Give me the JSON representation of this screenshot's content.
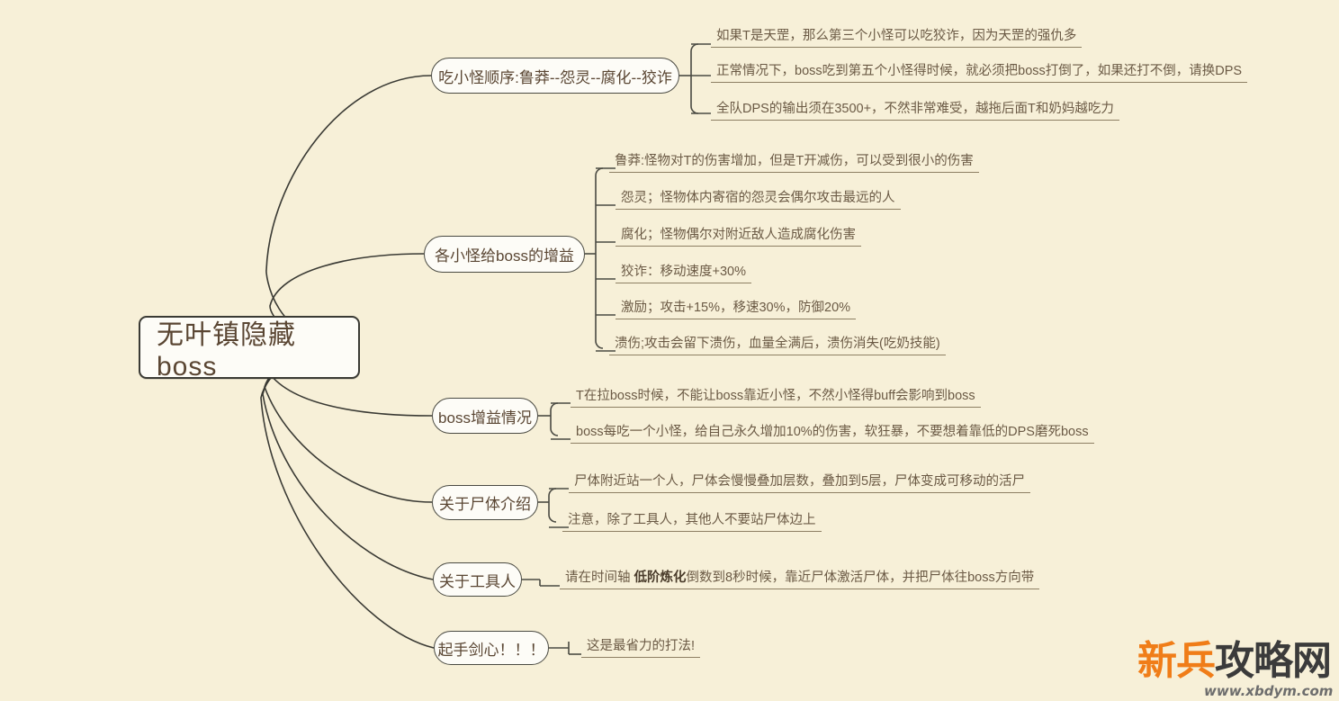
{
  "canvas": {
    "background_color": "#f7f0d8",
    "line_color": "#3a3a34",
    "text_color": "#5a4633"
  },
  "root": {
    "label": "无叶镇隐藏boss"
  },
  "branches": [
    {
      "label": "吃小怪顺序:鲁莽--怨灵--腐化--狡诈",
      "leaves": [
        {
          "text": "如果T是天罡，那么第三个小怪可以吃狡诈，因为天罡的强仇多"
        },
        {
          "text": "正常情况下，boss吃到第五个小怪得时候，就必须把boss打倒了，如果还打不倒，请换DPS"
        },
        {
          "text": "全队DPS的输出须在3500+，不然非常难受，越拖后面T和奶妈越吃力"
        }
      ]
    },
    {
      "label": "各小怪给boss的增益",
      "leaves": [
        {
          "text": "鲁莽:怪物对T的伤害增加，但是T开减伤，可以受到很小的伤害"
        },
        {
          "text": "怨灵；怪物体内寄宿的怨灵会偶尔攻击最远的人"
        },
        {
          "text": "腐化；怪物偶尔对附近敌人造成腐化伤害"
        },
        {
          "text": "狡诈：移动速度+30%"
        },
        {
          "text": "激励；攻击+15%，移速30%，防御20%"
        },
        {
          "text": "溃伤;攻击会留下溃伤，血量全满后，溃伤消失(吃奶技能)"
        }
      ]
    },
    {
      "label": "boss增益情况",
      "leaves": [
        {
          "text": "T在拉boss时候，不能让boss靠近小怪，不然小怪得buff会影响到boss"
        },
        {
          "text": "boss每吃一个小怪，给自己永久增加10%的伤害，软狂暴，不要想着靠低的DPS磨死boss"
        }
      ]
    },
    {
      "label": "关于尸体介绍",
      "leaves": [
        {
          "text": "尸体附近站一个人，尸体会慢慢叠加层数，叠加到5层，尸体变成可移动的活尸"
        },
        {
          "text": "注意，除了工具人，其他人不要站尸体边上"
        }
      ]
    },
    {
      "label": "关于工具人",
      "leaves": [
        {
          "text_pre": "请在时间轴 ",
          "text_bold": "低阶炼化",
          "text_post": "倒数到8秒时候，靠近尸体激活尸体，并把尸体往boss方向带"
        }
      ]
    },
    {
      "label": "起手剑心！！！",
      "leaves": [
        {
          "text": "这是最省力的打法!"
        }
      ]
    }
  ],
  "watermark": {
    "name_orange": "新兵",
    "name_dark": "攻略网",
    "url": "www.xbdym.com"
  }
}
